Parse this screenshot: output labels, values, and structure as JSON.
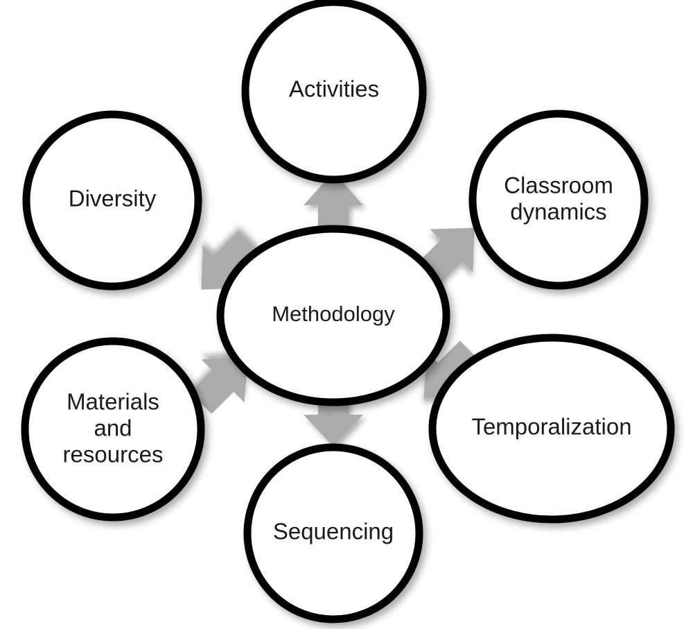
{
  "diagram": {
    "title": "Methodology",
    "type": "radial-hub-and-spoke",
    "background_color": "#ffffff",
    "shape_stroke_color": "#000000",
    "shape_fill_color": "#ffffff",
    "arrow_color": "#acacac",
    "text_color": "#1a1a1a",
    "center": {
      "id": "methodology",
      "label": "Methodology",
      "shape": "ellipse"
    },
    "nodes": [
      {
        "id": "activities",
        "label": "Activities",
        "lines": [
          "Activities"
        ],
        "shape": "circle",
        "position": "top"
      },
      {
        "id": "classroom-dynamics",
        "label": "Classroom dynamics",
        "lines": [
          "Classroom",
          "dynamics"
        ],
        "shape": "circle",
        "position": "top-right"
      },
      {
        "id": "temporalization",
        "label": "Temporalization",
        "lines": [
          "Temporalization"
        ],
        "shape": "ellipse",
        "position": "bottom-right"
      },
      {
        "id": "sequencing",
        "label": "Sequencing",
        "lines": [
          "Sequencing"
        ],
        "shape": "circle",
        "position": "bottom"
      },
      {
        "id": "materials-and-resources",
        "label": "Materials and resources",
        "lines": [
          "Materials",
          "and",
          "resources"
        ],
        "shape": "circle",
        "position": "bottom-left"
      },
      {
        "id": "diversity",
        "label": "Diversity",
        "lines": [
          "Diversity"
        ],
        "shape": "circle",
        "position": "top-left"
      }
    ],
    "arrows": [
      {
        "id": "arrow-to-activities",
        "from": "methodology",
        "to": "activities",
        "direction": "up"
      },
      {
        "id": "arrow-to-classroom-dynamics",
        "from": "methodology",
        "to": "classroom-dynamics",
        "direction": "up-right"
      },
      {
        "id": "arrow-to-temporalization",
        "from": "methodology",
        "to": "temporalization",
        "direction": "down-right"
      },
      {
        "id": "arrow-to-sequencing",
        "from": "methodology",
        "to": "sequencing",
        "direction": "down"
      },
      {
        "id": "arrow-to-materials-and-resources",
        "from": "methodology",
        "to": "materials-and-resources",
        "direction": "down-left"
      },
      {
        "id": "arrow-to-diversity",
        "from": "methodology",
        "to": "diversity",
        "direction": "up-left"
      }
    ]
  }
}
